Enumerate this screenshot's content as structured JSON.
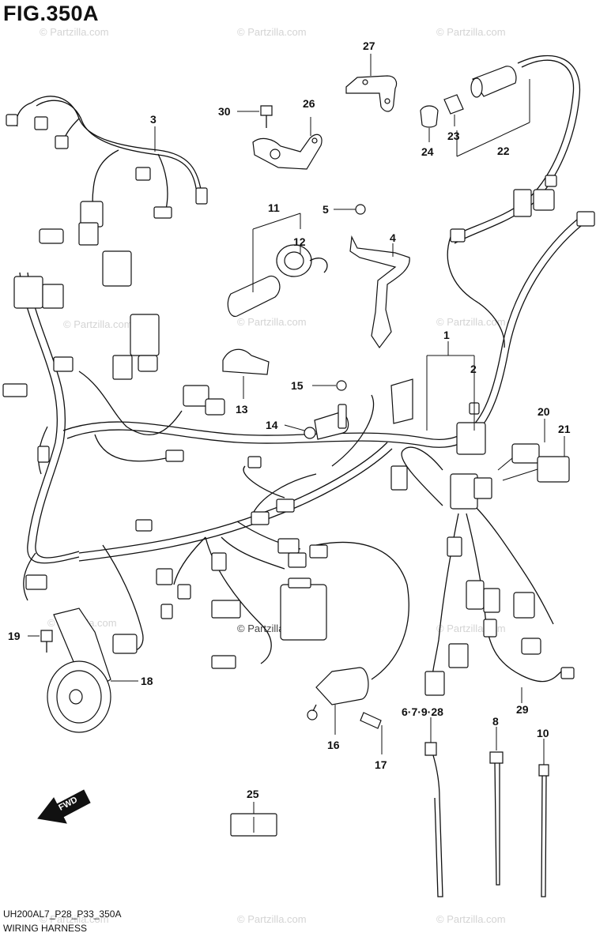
{
  "figure": {
    "title": "FIG.350A",
    "code": "UH200AL7_P28_P33_350A",
    "name": "WIRING HARNESS"
  },
  "watermark": "© Partzilla.com",
  "callouts": [
    {
      "id": "c1",
      "label": "1"
    },
    {
      "id": "c2",
      "label": "2"
    },
    {
      "id": "c3",
      "label": "3"
    },
    {
      "id": "c4",
      "label": "4"
    },
    {
      "id": "c5",
      "label": "5"
    },
    {
      "id": "c6-7-9-28",
      "label": "6·7·9·28"
    },
    {
      "id": "c8",
      "label": "8"
    },
    {
      "id": "c10",
      "label": "10"
    },
    {
      "id": "c11",
      "label": "11"
    },
    {
      "id": "c12",
      "label": "12"
    },
    {
      "id": "c13",
      "label": "13"
    },
    {
      "id": "c14",
      "label": "14"
    },
    {
      "id": "c15",
      "label": "15"
    },
    {
      "id": "c16",
      "label": "16"
    },
    {
      "id": "c17",
      "label": "17"
    },
    {
      "id": "c18",
      "label": "18"
    },
    {
      "id": "c19",
      "label": "19"
    },
    {
      "id": "c20",
      "label": "20"
    },
    {
      "id": "c21",
      "label": "21"
    },
    {
      "id": "c22",
      "label": "22"
    },
    {
      "id": "c23",
      "label": "23"
    },
    {
      "id": "c24",
      "label": "24"
    },
    {
      "id": "c25",
      "label": "25"
    },
    {
      "id": "c26",
      "label": "26"
    },
    {
      "id": "c27",
      "label": "27"
    },
    {
      "id": "c29",
      "label": "29"
    },
    {
      "id": "c30",
      "label": "30"
    }
  ],
  "direction_arrow": {
    "label": "FWD"
  },
  "icons": {
    "fwd": "forward-arrow-icon"
  }
}
